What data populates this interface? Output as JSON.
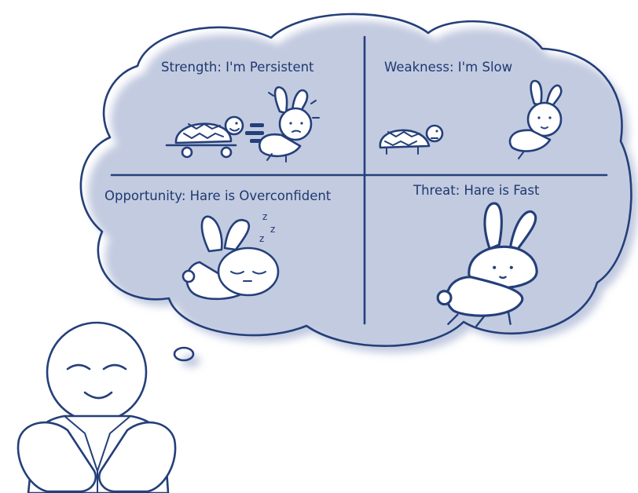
{
  "quadrants": {
    "strength": "Strength: I'm Persistent",
    "weakness": "Weakness: I'm Slow",
    "opportunity": "Opportunity: Hare is Overconfident",
    "threat": "Threat: Hare is Fast"
  },
  "sleep_marks": [
    "z",
    "z",
    "z"
  ],
  "colors": {
    "stroke": "#243f7a",
    "text": "#1f3870",
    "shadow": "#c3cbe0",
    "accent": "#1f3f8f"
  },
  "icons": [
    "thought-cloud-icon",
    "tortoise-icon",
    "hare-icon",
    "thinker-person-icon",
    "sleep-z-icon"
  ]
}
